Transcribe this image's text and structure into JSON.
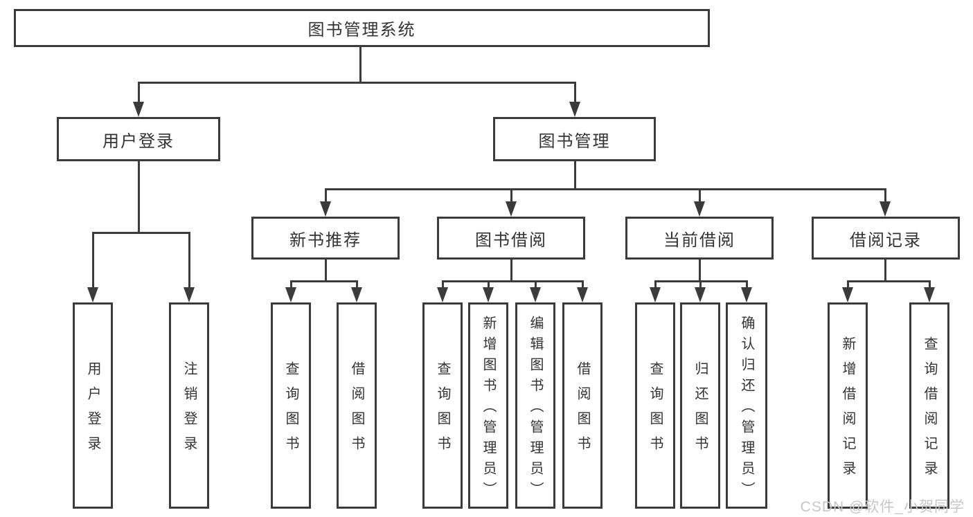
{
  "diagram_type": "hierarchy-tree",
  "colors": {
    "background": "#ffffff",
    "box_background": "#ffffff",
    "box_border": "#3b3b3b",
    "connector_line": "#3b3b3b",
    "text": "#333333",
    "watermark": "#c7c7c7"
  },
  "tree": {
    "root": {
      "label": "图书管理系统",
      "children": [
        {
          "label": "用户登录",
          "children": [
            {
              "label": "用户登录"
            },
            {
              "label": "注销登录"
            }
          ]
        },
        {
          "label": "图书管理",
          "children": [
            {
              "label": "新书推荐",
              "children": [
                {
                  "label": "查询图书"
                },
                {
                  "label": "借阅图书"
                }
              ]
            },
            {
              "label": "图书借阅",
              "children": [
                {
                  "label": "查询图书"
                },
                {
                  "label": "新增图书（管理员）"
                },
                {
                  "label": "编辑图书（管理员）"
                },
                {
                  "label": "借阅图书"
                }
              ]
            },
            {
              "label": "当前借阅",
              "children": [
                {
                  "label": "查询图书"
                },
                {
                  "label": "归还图书"
                },
                {
                  "label": "确认归还（管理员）"
                }
              ]
            },
            {
              "label": "借阅记录",
              "children": [
                {
                  "label": "新增借阅记录"
                },
                {
                  "label": "查询借阅记录"
                }
              ]
            }
          ]
        }
      ]
    }
  },
  "watermark": {
    "text": "CSDN @软件_小贺同学"
  }
}
